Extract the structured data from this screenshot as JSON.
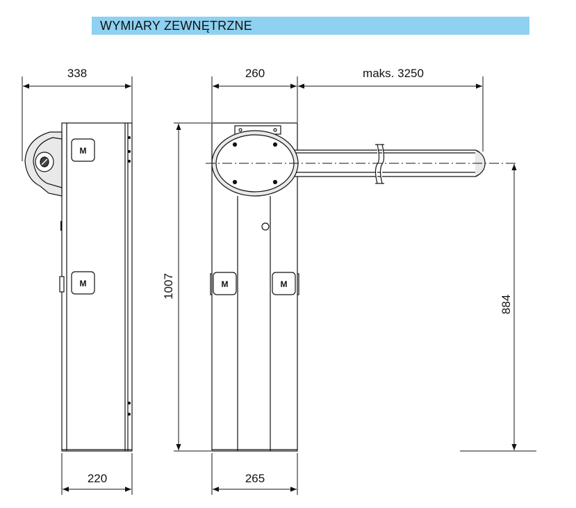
{
  "title": "WYMIARY ZEWNĘTRZNE",
  "colors": {
    "accent": "#8ed1f0",
    "line": "#111111",
    "cabinet_fill": "#ffffff",
    "cap_fill": "#e9e9e9"
  },
  "dimensions": {
    "side_depth": "338",
    "side_base": "220",
    "front_width": "260",
    "front_base": "265",
    "boom_length": "maks. 3250",
    "total_height": "1007",
    "boom_height": "884"
  },
  "icons": {
    "brand_logo": "brand-logo-icon",
    "rotor_cap": "rotor-cap-icon"
  }
}
